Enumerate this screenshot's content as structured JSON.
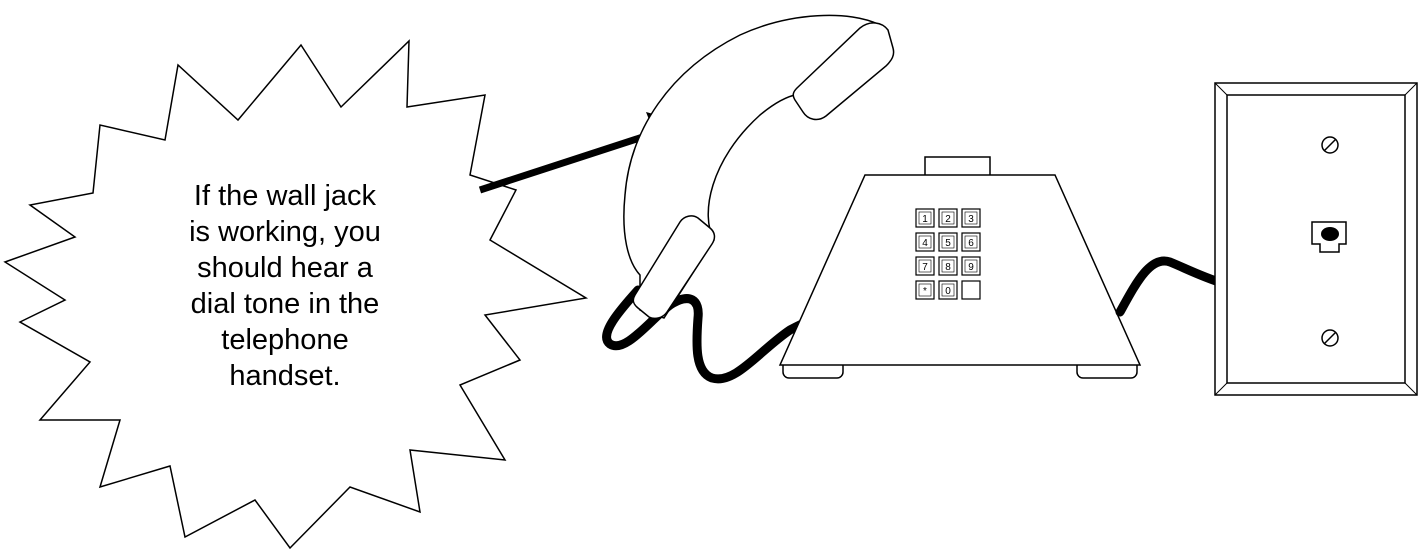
{
  "callout": {
    "lines": [
      "If the wall jack",
      "is working, you",
      "should hear a",
      "dial tone in the",
      "telephone",
      "handset."
    ]
  },
  "keypad": {
    "keys": [
      "1",
      "2",
      "3",
      "4",
      "5",
      "6",
      "7",
      "8",
      "9",
      "*",
      "0",
      ""
    ]
  },
  "colors": {
    "line": "#000000",
    "fill": "#ffffff"
  }
}
